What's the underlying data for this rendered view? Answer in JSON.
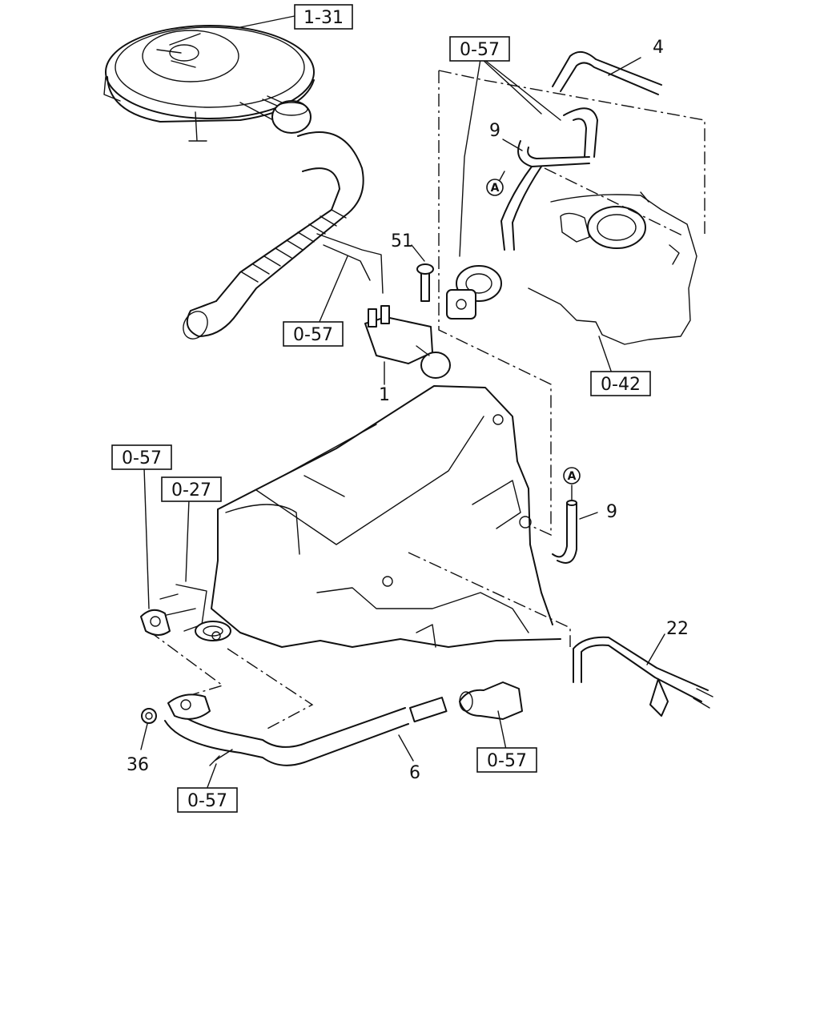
{
  "callouts": {
    "air_cleaner_ref": "1-31",
    "upper_vsv_ref": "0-57",
    "hose_clip_ref": "0-57",
    "throttle_body_ref": "0-42",
    "flange_ref": "0-57",
    "manifold_ref": "0-27",
    "sensor_ref": "0-57",
    "bolt_ref": "0-57"
  },
  "part_numbers": {
    "hose_top": "4",
    "hose_upper": "9",
    "hose_lower": "9",
    "bolt": "51",
    "vsv": "1",
    "pipe_right": "22",
    "pipe_main": "6",
    "nut": "36"
  },
  "connector_marks": {
    "upper": "A",
    "lower": "A"
  }
}
